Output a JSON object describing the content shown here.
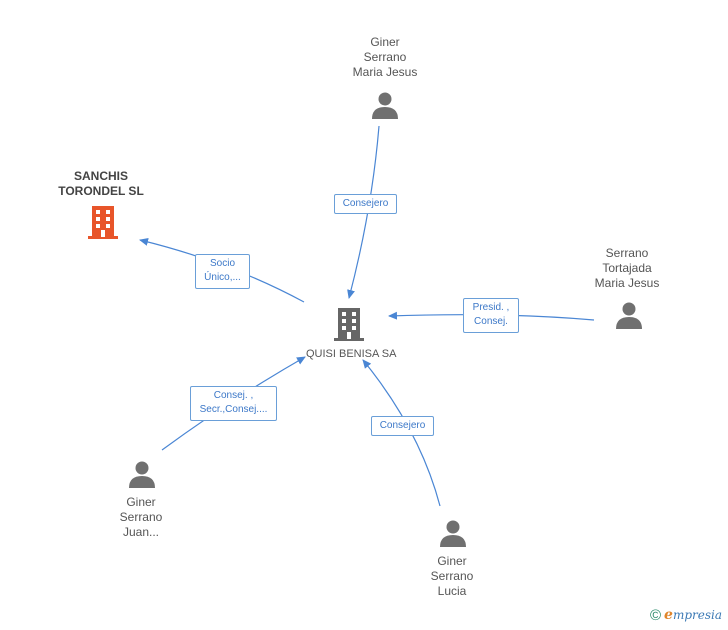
{
  "center": {
    "name": "QUISI BENISA SA",
    "icon": "building-icon",
    "color": "#666666"
  },
  "company": {
    "name": "SANCHIS\nTORONDEL SL",
    "icon": "building-icon",
    "color": "#e8552a"
  },
  "persons": [
    {
      "id": "p1",
      "name": "Giner\nSerrano\nMaria Jesus",
      "icon": "person-icon"
    },
    {
      "id": "p2",
      "name": "Serrano\nTortajada\nMaria Jesus",
      "icon": "person-icon"
    },
    {
      "id": "p3",
      "name": "Giner\nSerrano\nLucia",
      "icon": "person-icon"
    },
    {
      "id": "p4",
      "name": "Giner\nSerrano\nJuan...",
      "icon": "person-icon"
    }
  ],
  "edges": [
    {
      "id": "e1",
      "label": "Consejero"
    },
    {
      "id": "e2",
      "label": "Presid. ,\nConsej."
    },
    {
      "id": "e3",
      "label": "Consejero"
    },
    {
      "id": "e4",
      "label": "Consej. ,\nSecr.,Consej...."
    },
    {
      "id": "e5",
      "label": "Socio\nÚnico,..."
    }
  ],
  "colors": {
    "edge": "#4a86d4",
    "person": "#707070"
  },
  "brand": {
    "copyright": "©",
    "initial": "e",
    "text": "mpresia"
  }
}
